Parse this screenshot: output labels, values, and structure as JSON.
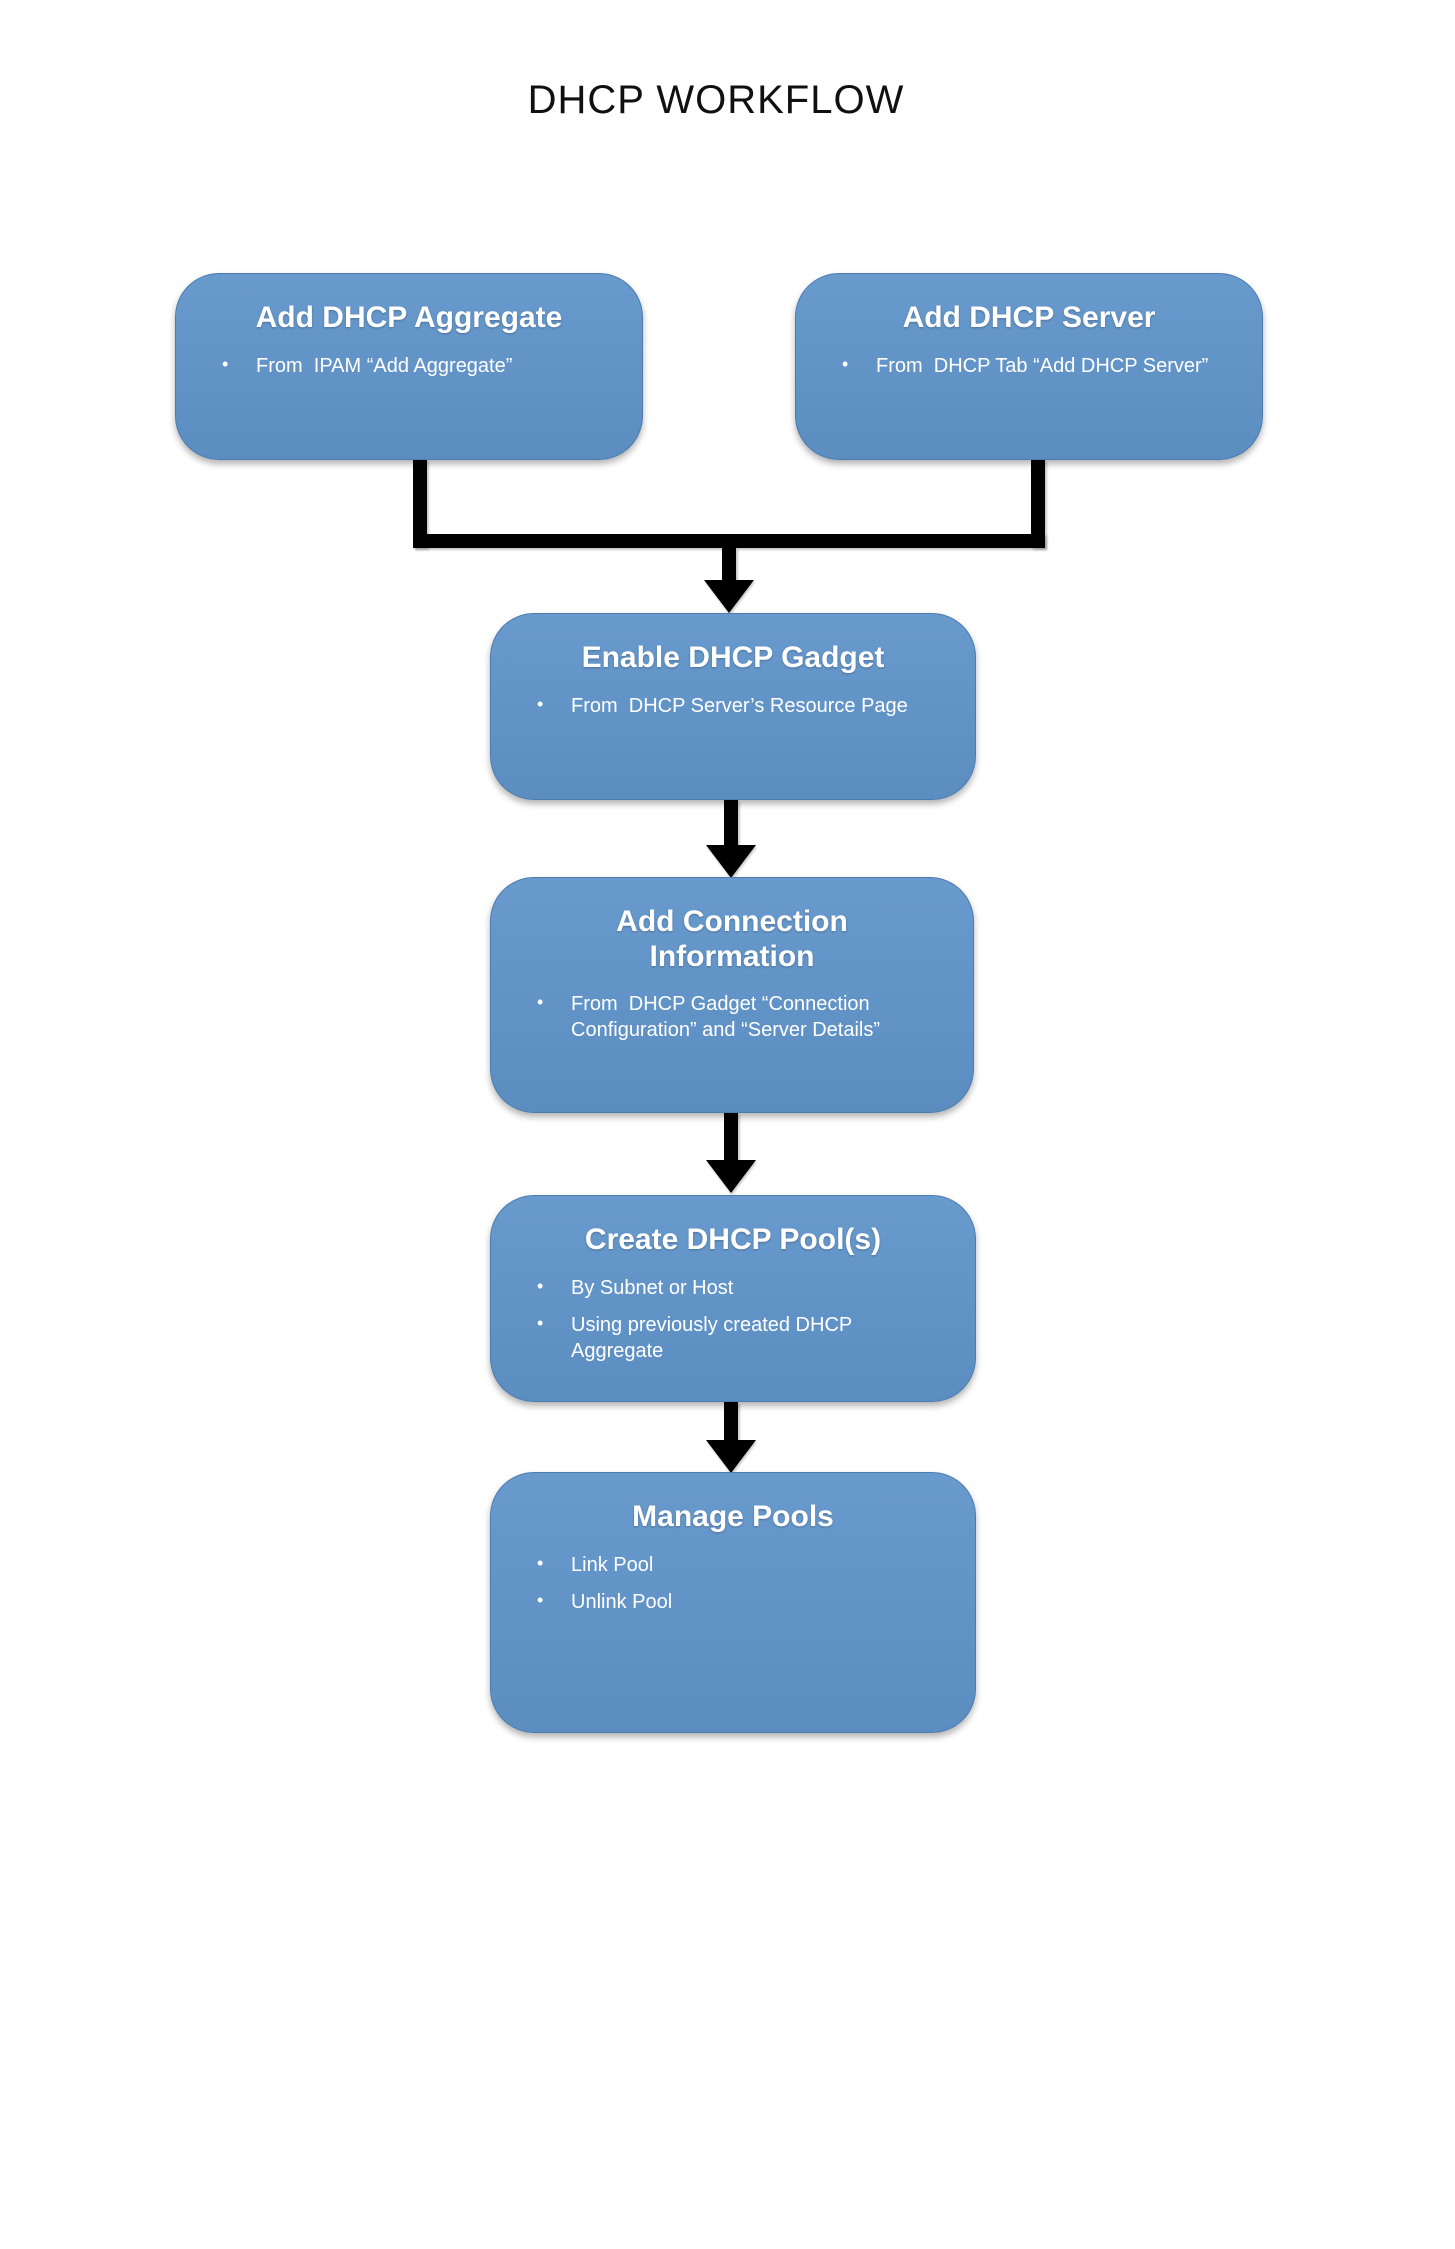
{
  "title": "DHCP WORKFLOW",
  "bullet_char": "•",
  "nodes": [
    {
      "heading": "Add DHCP Aggregate",
      "bullets": [
        "From  IPAM “Add Aggregate”"
      ]
    },
    {
      "heading": "Add DHCP Server",
      "bullets": [
        "From  DHCP Tab “Add DHCP Server”"
      ]
    },
    {
      "heading": "Enable DHCP Gadget",
      "bullets": [
        "From  DHCP Server’s Resource Page"
      ]
    },
    {
      "heading": "Add Connection Information",
      "bullets": [
        "From  DHCP Gadget “Connection Configuration” and “Server Details”"
      ]
    },
    {
      "heading": "Create DHCP Pool(s)",
      "bullets": [
        "By Subnet or Host",
        "Using previously created DHCP Aggregate"
      ]
    },
    {
      "heading": "Manage Pools",
      "bullets": [
        "Link Pool",
        "Unlink Pool"
      ]
    }
  ],
  "edges": [
    {
      "from": "Add DHCP Aggregate",
      "to": "Enable DHCP Gadget"
    },
    {
      "from": "Add DHCP Server",
      "to": "Enable DHCP Gadget"
    },
    {
      "from": "Enable DHCP Gadget",
      "to": "Add Connection Information"
    },
    {
      "from": "Add Connection Information",
      "to": "Create DHCP Pool(s)"
    },
    {
      "from": "Create DHCP Pool(s)",
      "to": "Manage Pools"
    }
  ],
  "colors": {
    "background": "#FFFFFF",
    "node_fill_top": "#699ACD",
    "node_fill_bottom": "#5B8DC1",
    "node_border": "#4C7CAE",
    "node_text": "#FFFFFF",
    "connector": "#000000",
    "title": "#101010"
  }
}
